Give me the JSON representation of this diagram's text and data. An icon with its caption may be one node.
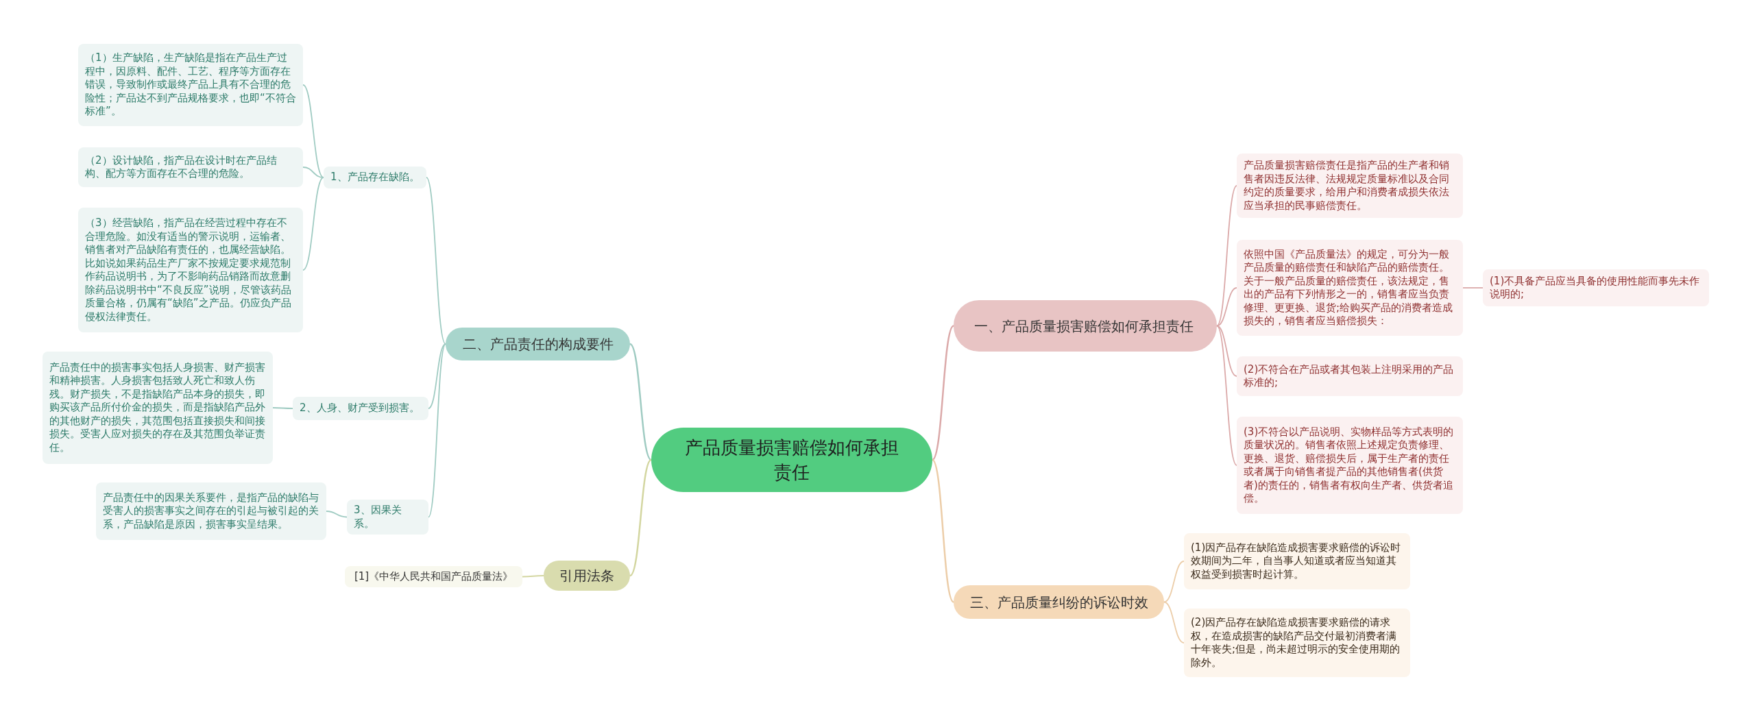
{
  "diagram": {
    "nodes": [
      {
        "text": [
          "产品质量损害赔偿如何承担责任"
        ]
      },
      {
        "text": [
          "一、产品质量损害赔偿如何承担责任"
        ]
      },
      {
        "text": [
          "产品质量损害赔偿责任是指产品的生产者和销售者因违反法律、法规规定质量标准以及合同约定的质量要求，给用户和消费者成损失依法应当承担的民事赔偿责任。"
        ]
      },
      {
        "text": [
          "依照中国《产品质量法》的规定，可分为一般产品质量的赔偿责任和缺陷产品的赔偿责任。关于一般产品质量的赔偿责任，该法规定，售出的产品有下列情形之一的，销售者应当负责修理、更更换、退货;给购买产品的消费者造成损失的，销售者应当赔偿损失："
        ]
      },
      {
        "text": [
          "(1)不具备产品应当具备的使用性能而事先未作说明的;"
        ]
      },
      {
        "text": [
          "(2)不符合在产品或者其包装上注明采用的产品标准的;"
        ]
      },
      {
        "text": [
          "(3)不符合以产品说明、实物样品等方式表明的质量状况的。销售者依照上述规定负责修理、更换、退货、赔偿损失后，属于生产者的责任或者属于向销售者提产品的其他销售者(供货者)的责任的，销售者有权向生产者、供货者追偿。"
        ]
      },
      {
        "text": [
          "二、产品责任的构成要件"
        ]
      },
      {
        "text": [
          "1、产品存在缺陷。"
        ]
      },
      {
        "text": [
          "（1）生产缺陷，生产缺陷是指在产品生产过程中，因原料、配件、工艺、程序等方面存在错误，导致制作或最终产品上具有不合理的危险性；产品达不到产品规格要求，也即“不符合标准”。"
        ]
      },
      {
        "text": [
          "（2）设计缺陷，指产品在设计时在产品结构、配方等方面存在不合理的危险。"
        ]
      },
      {
        "text": [
          "（3）经营缺陷，指产品在经营过程中存在不合理危险。如没有适当的警示说明，运输者、销售者对产品缺陷有责任的，也属经营缺陷。比如说如果药品生产厂家不按规定要求规范制作药品说明书，为了不影响药品销路而故意删除药品说明书中“不良反应”说明，尽管该药品质量合格，仍属有“缺陷”之产品。仍应负产品侵权法律责任。"
        ]
      },
      {
        "text": [
          "2、人身、财产受到损害。"
        ]
      },
      {
        "text": [
          "产品责任中的损害事实包括人身损害、财产损害和精神损害。人身损害包括致人死亡和致人伤残。财产损失，不是指缺陷产品本身的损失，即购买该产品所付价金的损失，而是指缺陷产品外的其他财产的损失，其范围包括直接损失和间接损失。受害人应对损失的存在及其范围负举证责任。"
        ]
      },
      {
        "text": [
          "3、因果关系。"
        ]
      },
      {
        "text": [
          "产品责任中的因果关系要件，是指产品的缺陷与受害人的损害事实之间存在的引起与被引起的关系，产品缺陷是原因，损害事实呈结果。"
        ]
      },
      {
        "text": [
          "三、产品质量纠纷的诉讼时效"
        ]
      },
      {
        "text": [
          "(1)因产品存在缺陷造成损害要求赔偿的诉讼时效期间为二年，自当事人知道或者应当知道其权益受到损害时起计算。"
        ]
      },
      {
        "text": [
          "(2)因产品存在缺陷造成损害要求赔偿的请求权，在造成损害的缺陷产品交付最初消费者满十年丧失;但是，尚未超过明示的安全使用期的除外。"
        ]
      },
      {
        "text": [
          "引用法条"
        ]
      },
      {
        "text": [
          "[1]《中华人民共和国产品质量法》"
        ]
      }
    ],
    "edges": [
      {
        "from": 0,
        "to": 1,
        "arrow": "none"
      },
      {
        "from": 1,
        "to": 2,
        "arrow": "none"
      },
      {
        "from": 1,
        "to": 3,
        "arrow": "none"
      },
      {
        "from": 3,
        "to": 4,
        "arrow": "none"
      },
      {
        "from": 1,
        "to": 5,
        "arrow": "none"
      },
      {
        "from": 1,
        "to": 6,
        "arrow": "none"
      },
      {
        "from": 0,
        "to": 7,
        "arrow": "none"
      },
      {
        "from": 7,
        "to": 8,
        "arrow": "none"
      },
      {
        "from": 8,
        "to": 9,
        "arrow": "none"
      },
      {
        "from": 8,
        "to": 10,
        "arrow": "none"
      },
      {
        "from": 8,
        "to": 11,
        "arrow": "none"
      },
      {
        "from": 7,
        "to": 12,
        "arrow": "none"
      },
      {
        "from": 12,
        "to": 13,
        "arrow": "none"
      },
      {
        "from": 7,
        "to": 14,
        "arrow": "none"
      },
      {
        "from": 14,
        "to": 15,
        "arrow": "none"
      },
      {
        "from": 0,
        "to": 16,
        "arrow": "none"
      },
      {
        "from": 16,
        "to": 17,
        "arrow": "none"
      },
      {
        "from": 16,
        "to": 18,
        "arrow": "none"
      },
      {
        "from": 0,
        "to": 19,
        "arrow": "none"
      },
      {
        "from": 19,
        "to": 20,
        "arrow": "none"
      }
    ]
  }
}
